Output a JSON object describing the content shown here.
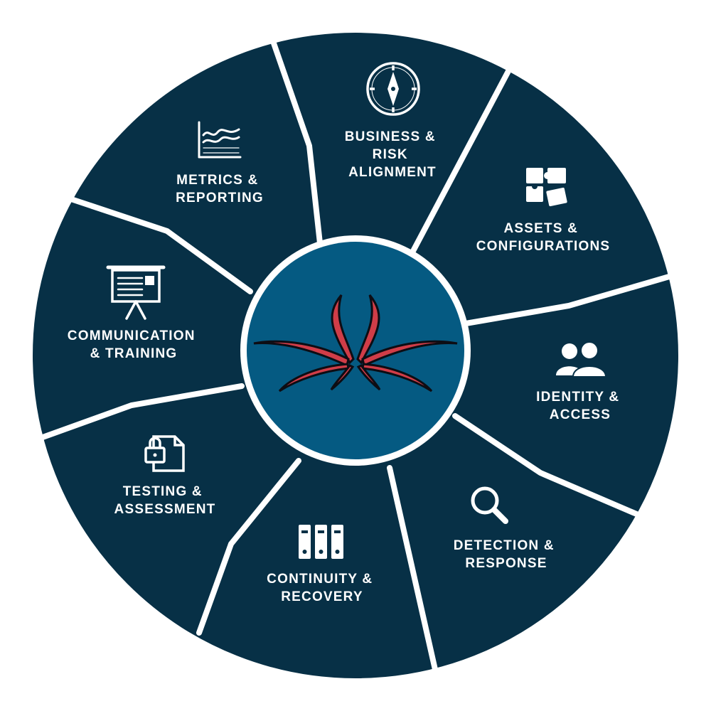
{
  "colors": {
    "segment_fill": "#073046",
    "divider": "#ffffff",
    "hub_fill": "#055a82",
    "hub_ring": "#ffffff",
    "icon": "#ffffff",
    "logo_outline": "#0d0d14",
    "logo_accent": "#d03d48"
  },
  "center": {
    "logo": "tentacle-logo"
  },
  "segments": [
    {
      "id": "business-risk-alignment",
      "icon": "compass-icon",
      "lines": [
        "BUSINESS &",
        "RISK",
        "ALIGNMENT"
      ]
    },
    {
      "id": "assets-configurations",
      "icon": "puzzle-icon",
      "lines": [
        "ASSETS &",
        "CONFIGURATIONS"
      ]
    },
    {
      "id": "identity-access",
      "icon": "users-icon",
      "lines": [
        "IDENTITY &",
        "ACCESS"
      ]
    },
    {
      "id": "detection-response",
      "icon": "magnifier-icon",
      "lines": [
        "DETECTION &",
        "RESPONSE"
      ]
    },
    {
      "id": "continuity-recovery",
      "icon": "binders-icon",
      "lines": [
        "CONTINUITY &",
        "RECOVERY"
      ]
    },
    {
      "id": "testing-assessment",
      "icon": "locked-document-icon",
      "lines": [
        "TESTING &",
        "ASSESSMENT"
      ]
    },
    {
      "id": "communication-training",
      "icon": "presentation-board-icon",
      "lines": [
        "COMMUNICATION",
        "& TRAINING"
      ]
    },
    {
      "id": "metrics-reporting",
      "icon": "line-chart-icon",
      "lines": [
        "METRICS &",
        "REPORTING"
      ]
    }
  ]
}
